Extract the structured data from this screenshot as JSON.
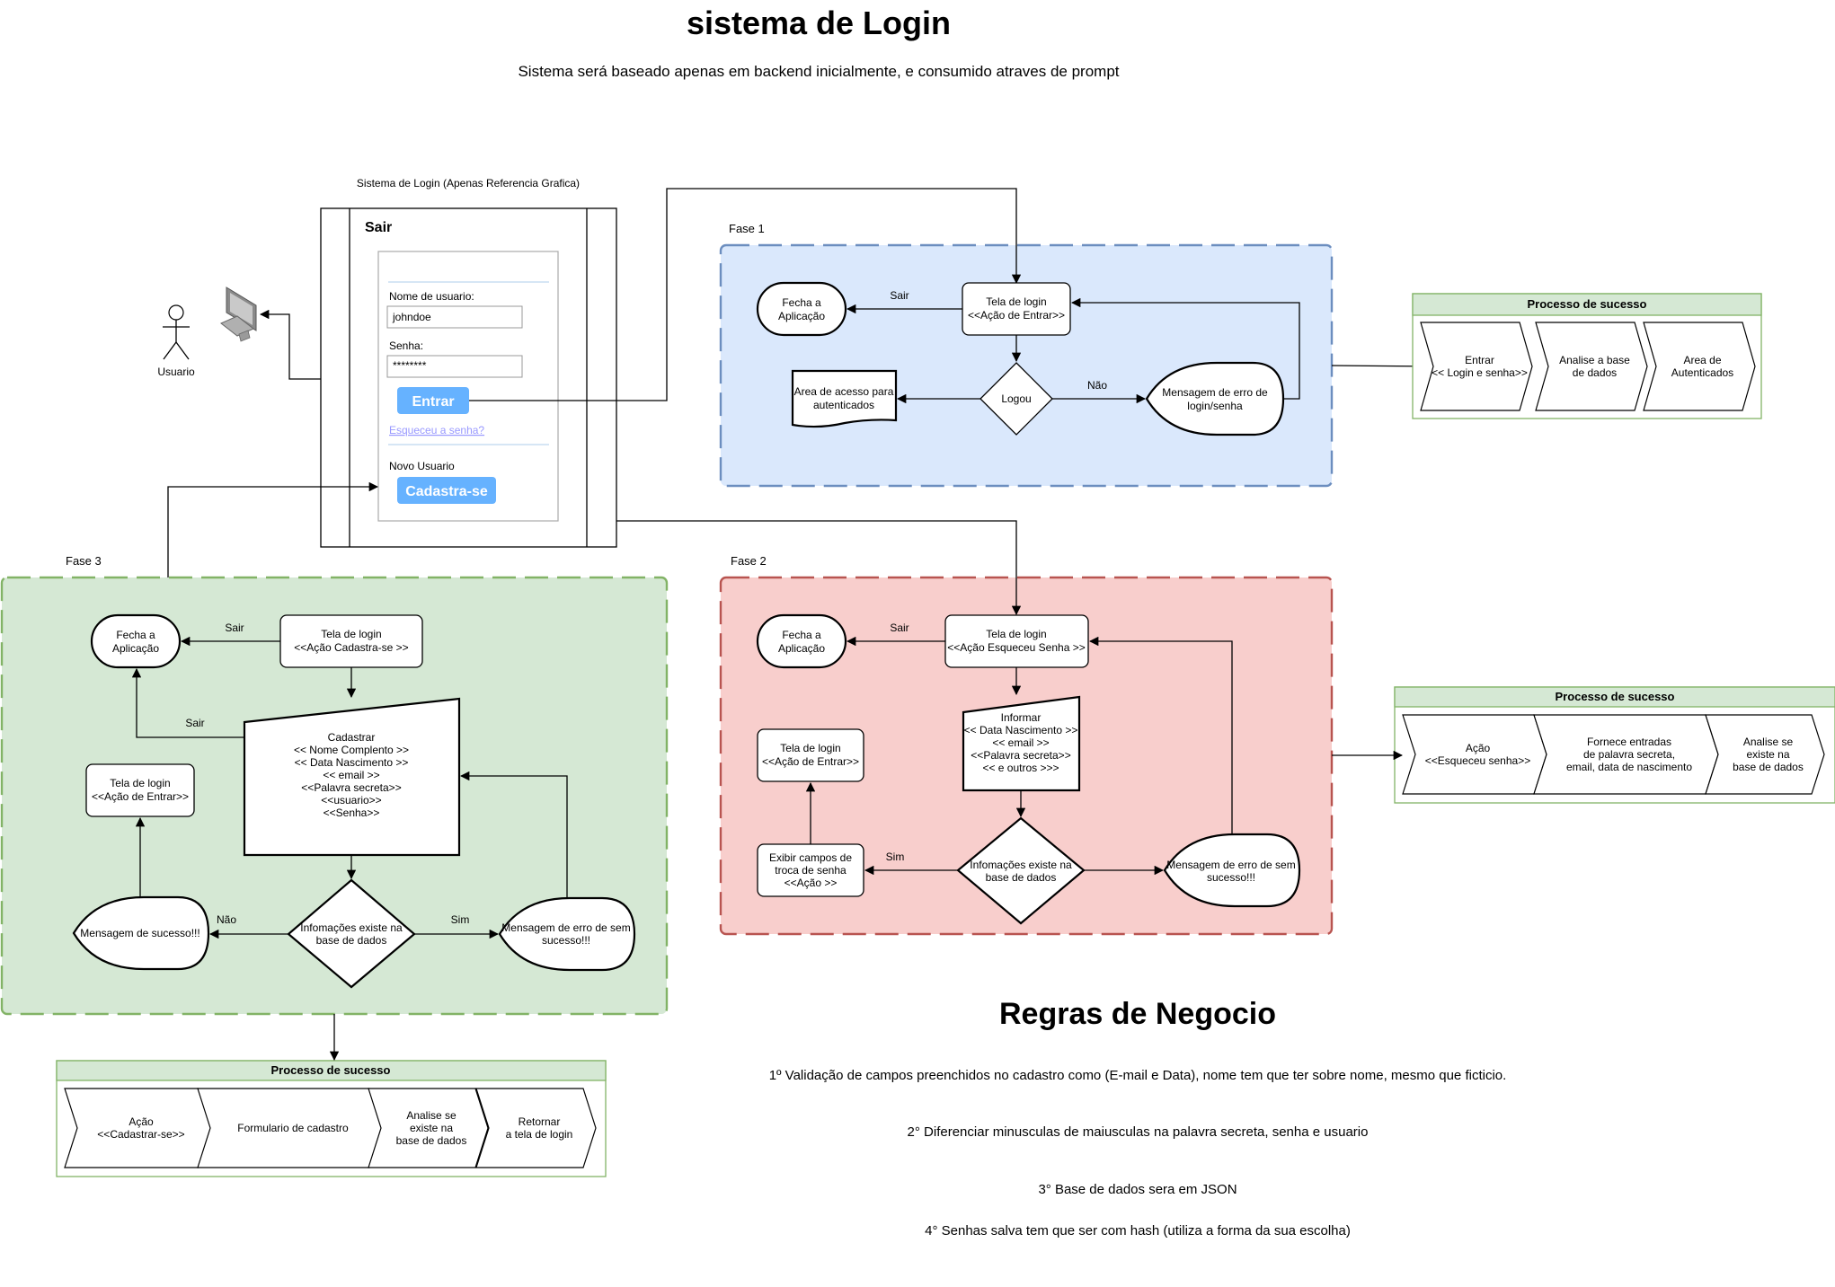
{
  "title": "sistema de Login",
  "subtitle": "Sistema será baseado apenas em backend inicialmente, e consumido atraves de prompt",
  "colors": {
    "phase1_fill": "#dae8fc",
    "phase1_stroke": "#6c8ebf",
    "phase2_fill": "#f8cecc",
    "phase2_stroke": "#b85450",
    "phase3_fill": "#d5e8d4",
    "phase3_stroke": "#82b366",
    "success_header": "#d5e8d4",
    "success_stroke": "#82b366",
    "button_blue": "#66b2ff",
    "link_purple": "#9999ff"
  },
  "actor": {
    "label": "Usuario",
    "icon": "stick-person-icon",
    "computer_icon": "desktop-computer-icon"
  },
  "mockup": {
    "caption": "Sistema de Login (Apenas Referencia Grafica)",
    "header": "Sair",
    "username_label": "Nome de usuario:",
    "username_value": "johndoe",
    "password_label": "Senha:",
    "password_value": "********",
    "login_button": "Entrar",
    "forgot_link": "Esqueceu a senha?",
    "new_user_label": "Novo Usuario",
    "register_button": "Cadastra-se"
  },
  "phase1": {
    "label": "Fase 1",
    "close": [
      "Fecha a",
      "Aplicação"
    ],
    "exit_label": "Sair",
    "login": [
      "Tela de login",
      "<<Ação de Entrar>>"
    ],
    "decision": "Logou",
    "no_label": "Não",
    "area": [
      "Area de acesso para",
      "autenticados"
    ],
    "error": [
      "Mensagem de erro de",
      "login/senha"
    ]
  },
  "success1": {
    "header": "Processo de sucesso",
    "steps": [
      [
        "Entrar",
        "<< Login e senha>>"
      ],
      [
        "Analise a base",
        "de dados"
      ],
      [
        "Area de",
        "Autenticados"
      ]
    ]
  },
  "phase2": {
    "label": "Fase 2",
    "close": [
      "Fecha a",
      "Aplicação"
    ],
    "exit_label": "Sair",
    "login": [
      "Tela de login",
      "<<Ação Esqueceu Senha >>"
    ],
    "inform": [
      "Informar",
      "<< Data Nascimento >>",
      "<< email >>",
      "<<Palavra secreta>>",
      "<< e outros >>>"
    ],
    "login2": [
      "Tela de login",
      "<<Ação de Entrar>>"
    ],
    "fields": [
      "Exibir campos de",
      "troca de senha",
      "<<Ação >>"
    ],
    "yes_label": "Sim",
    "decision": [
      "Infomações existe na",
      "base de dados"
    ],
    "error": [
      "Mensagem de erro de sem",
      "sucesso!!!"
    ]
  },
  "success2": {
    "header": "Processo de sucesso",
    "steps": [
      [
        "Ação",
        "<<Esqueceu senha>>"
      ],
      [
        "Fornece entradas",
        "de palavra secreta,",
        "email, data de nascimento"
      ],
      [
        "Analise se",
        "existe na",
        "base de dados"
      ]
    ]
  },
  "phase3": {
    "label": "Fase 3",
    "close": [
      "Fecha a",
      "Aplicação"
    ],
    "exit_label": "Sair",
    "exit_label2": "Sair",
    "login": [
      "Tela de login",
      "<<Ação Cadastra-se >>"
    ],
    "register": [
      "Cadastrar",
      "<< Nome Complento >>",
      "<< Data Nascimento >>",
      "<< email >>",
      "<<Palavra secreta>>",
      "<<usuario>>",
      "<<Senha>>"
    ],
    "login2": [
      "Tela de login",
      "<<Ação de Entrar>>"
    ],
    "success_msg": "Mensagem de sucesso!!!",
    "no_label": "Não",
    "decision": [
      "Infomações existe na",
      "base de dados"
    ],
    "yes_label": "Sim",
    "error": [
      "Mensagem de erro de sem",
      "sucesso!!!"
    ]
  },
  "success3": {
    "header": "Processo de sucesso",
    "steps": [
      [
        "Ação",
        "<<Cadastrar-se>>"
      ],
      [
        "Formulario de cadastro"
      ],
      [
        "Analise se",
        "existe na",
        "base de dados"
      ],
      [
        "Retornar",
        "a tela de login"
      ]
    ]
  },
  "rules": {
    "title": "Regras de Negocio",
    "items": [
      "1º Validação de campos preenchidos no cadastro como (E-mail e Data), nome tem que ter sobre nome, mesmo que ficticio.",
      "2° Diferenciar minusculas de maiusculas na palavra secreta, senha e usuario",
      "3° Base de dados sera em JSON",
      "4° Senhas salva tem que ser com hash (utiliza a forma da sua escolha)"
    ]
  }
}
